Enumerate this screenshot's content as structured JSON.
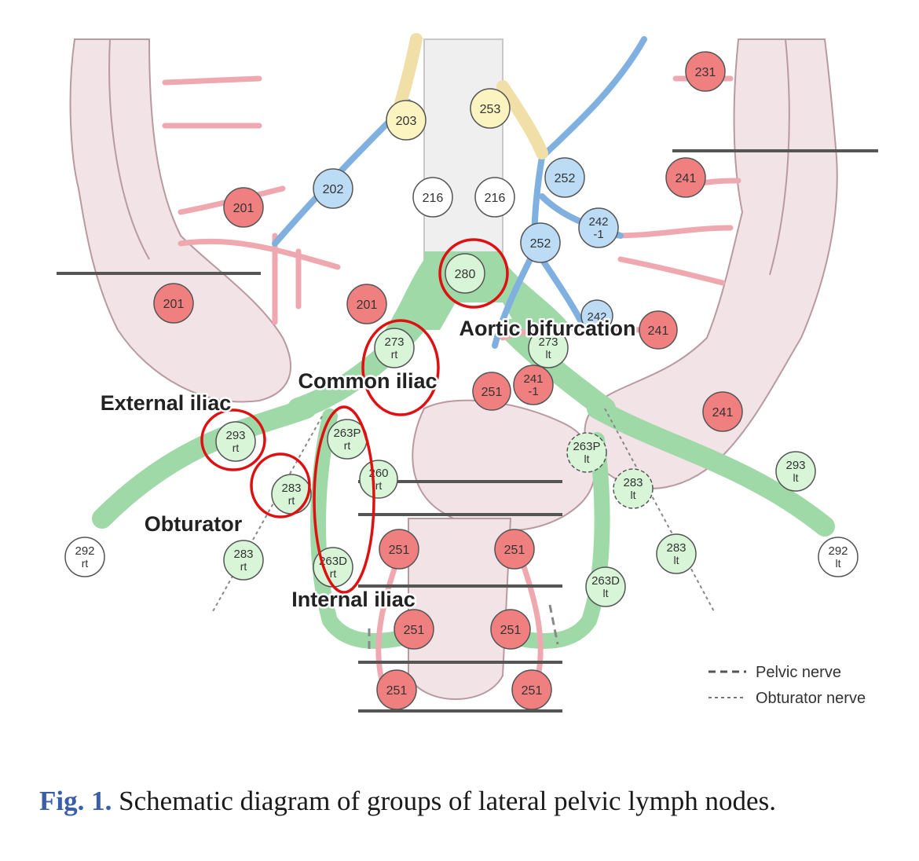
{
  "labels": {
    "aortic_bifurcation": "Aortic bifurcation",
    "common_iliac": "Common iliac",
    "external_iliac": "External iliac",
    "obturator": "Obturator",
    "internal_iliac": "Internal iliac"
  },
  "nodes": {
    "n231": [
      "231"
    ],
    "n241_a": [
      "241"
    ],
    "n241_b": [
      "241"
    ],
    "n241_c": [
      "241"
    ],
    "n203": [
      "203"
    ],
    "n253": [
      "253"
    ],
    "n202": [
      "202"
    ],
    "n216_left": [
      "216"
    ],
    "n216_right": [
      "216"
    ],
    "n252_a": [
      "252"
    ],
    "n252_b": [
      "252"
    ],
    "n242_1": [
      "242",
      "-1"
    ],
    "n242": [
      "242"
    ],
    "n201_a": [
      "201"
    ],
    "n201_b": [
      "201"
    ],
    "n201_c": [
      "201"
    ],
    "n280": [
      "280"
    ],
    "n273_rt": [
      "273",
      "rt"
    ],
    "n273_lt": [
      "273",
      "lt"
    ],
    "n251_top": [
      "251"
    ],
    "n241_1": [
      "241",
      "-1"
    ],
    "n293_rt": [
      "293",
      "rt"
    ],
    "n293_lt": [
      "293",
      "lt"
    ],
    "n263p_rt": [
      "263P",
      "rt"
    ],
    "n263p_lt": [
      "263P",
      "lt"
    ],
    "n260_rt": [
      "260",
      "rt"
    ],
    "n283_rt_a": [
      "283",
      "rt"
    ],
    "n283_rt_b": [
      "283",
      "rt"
    ],
    "n283_lt_a": [
      "283",
      "lt"
    ],
    "n283_lt_b": [
      "283",
      "lt"
    ],
    "n292_rt": [
      "292",
      "rt"
    ],
    "n292_lt": [
      "292",
      "lt"
    ],
    "n263d_rt": [
      "263D",
      "rt"
    ],
    "n263d_lt": [
      "263D",
      "lt"
    ],
    "n251_m1": [
      "251"
    ],
    "n251_m2": [
      "251"
    ],
    "n251_l1": [
      "251"
    ],
    "n251_l2": [
      "251"
    ],
    "n251_b1": [
      "251"
    ],
    "n251_b2": [
      "251"
    ]
  },
  "legend": {
    "pelvic_nerve": "Pelvic nerve",
    "obturator_nerve": "Obturator nerve"
  },
  "caption": {
    "label": "Fig. 1.",
    "text": " Schematic diagram of groups of lateral pelvic lymph nodes."
  },
  "colors": {
    "colon_fill": "#f2e3e6",
    "artery": "#f0a8b0",
    "vein": "#7fb0e0",
    "iliac_green": "#9fd9a8",
    "ureter": "#f0e0a8",
    "red_node": "#f08080",
    "green_node": "#d8f5d8",
    "blue_node": "#bcdcf5",
    "yellow_node": "#fbf3c0",
    "white_node": "#ffffff",
    "highlight": "#dd1111"
  }
}
